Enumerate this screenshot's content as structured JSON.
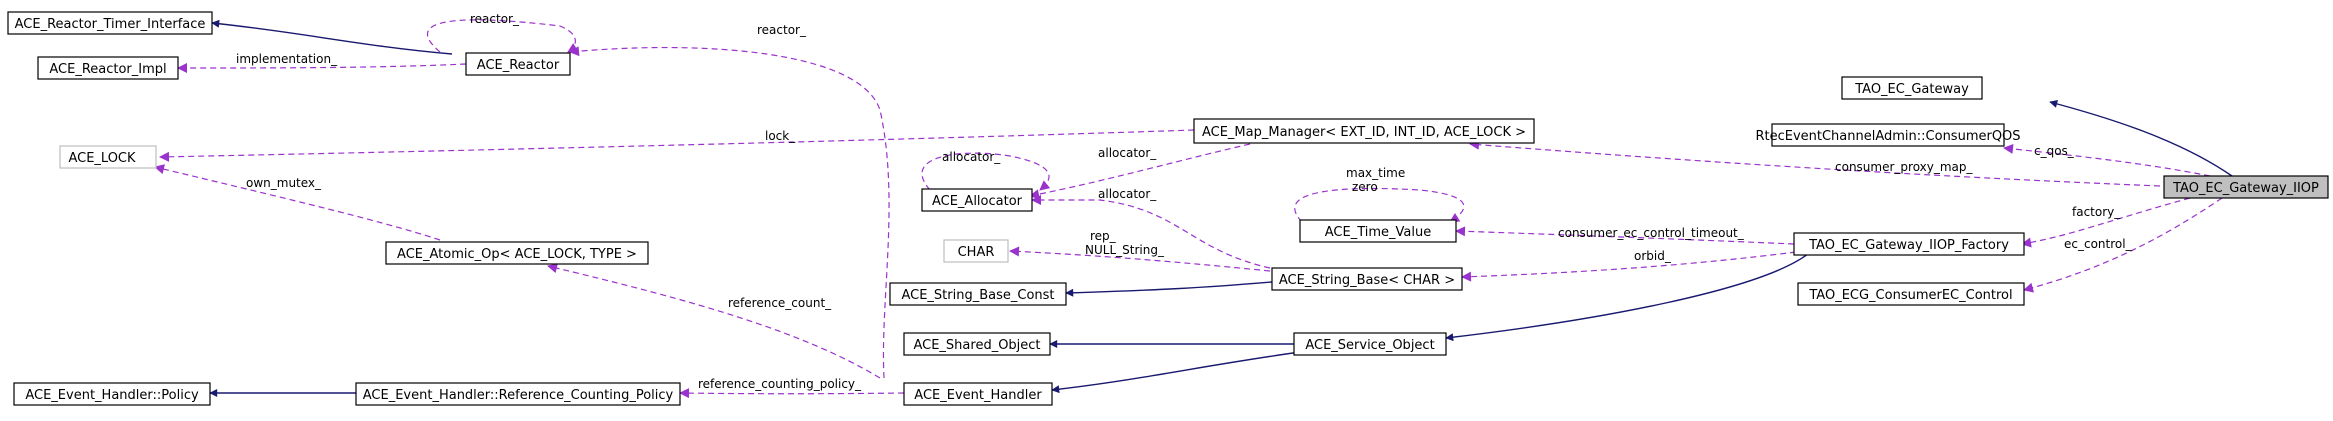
{
  "colors": {
    "node_border": "#000000",
    "node_border_external": "#bfbfbf",
    "focus_fill": "#bfbfbf",
    "inheritance_edge": "#191970",
    "usage_edge": "#9a32cd"
  },
  "nodes": {
    "reactor_timer_interface": "ACE_Reactor_Timer_Interface",
    "reactor_impl": "ACE_Reactor_Impl",
    "reactor": "ACE_Reactor",
    "lock": "ACE_LOCK",
    "atomic_op": "ACE_Atomic_Op< ACE_LOCK, TYPE >",
    "eh_policy": "ACE_Event_Handler::Policy",
    "ref_counting_policy": "ACE_Event_Handler::Reference_Counting_Policy",
    "map_manager": "ACE_Map_Manager< EXT_ID, INT_ID, ACE_LOCK >",
    "allocator": "ACE_Allocator",
    "char": "CHAR",
    "string_base_const": "ACE_String_Base_Const",
    "shared_object": "ACE_Shared_Object",
    "event_handler": "ACE_Event_Handler",
    "time_value": "ACE_Time_Value",
    "string_base": "ACE_String_Base< CHAR >",
    "service_object": "ACE_Service_Object",
    "ec_gateway": "TAO_EC_Gateway",
    "consumer_qos": "RtecEventChannelAdmin::ConsumerQOS",
    "gateway_iiop_factory": "TAO_EC_Gateway_IIOP_Factory",
    "consumer_ec_control": "TAO_ECG_ConsumerEC_Control",
    "gateway_iiop": "TAO_EC_Gateway_IIOP"
  },
  "edge_labels": {
    "reactor_self": "reactor_",
    "reactor_from_eh": "reactor_",
    "implementation": "implementation_",
    "lock": "lock_",
    "own_mutex": "own_mutex_",
    "allocator_self": "allocator_",
    "allocator_from_map": "allocator_",
    "allocator_from_string": "allocator_",
    "max_time_zero_line1": "max_time",
    "max_time_zero_line2": "zero",
    "rep": "rep_",
    "null_string": "NULL_String_",
    "reference_count": "reference_count_",
    "reference_counting_policy": "reference_counting_policy_",
    "consumer_proxy_map": "consumer_proxy_map_",
    "c_qos": "c_qos_",
    "factory": "factory_",
    "consumer_ec_control_timeout": "consumer_ec_control_timeout_",
    "orbid": "orbid_",
    "ec_control": "ec_control_"
  }
}
